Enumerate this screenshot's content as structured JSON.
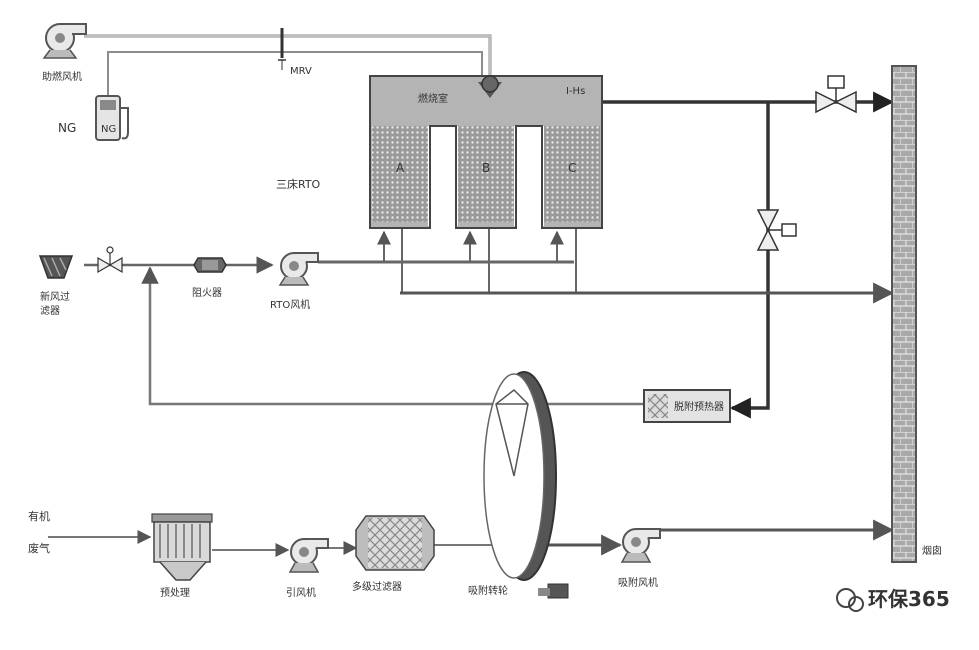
{
  "labels": {
    "combustion_fan": "助燃风机",
    "mrv": "MRV",
    "ng": "NG",
    "ng_tank": "NG",
    "chamber": "燃烧室",
    "hs": "I-Hs",
    "rto": "三床RTO",
    "bed_a": "A",
    "bed_b": "B",
    "bed_c": "C",
    "fresh_filter_1": "新风过",
    "fresh_filter_2": "滤器",
    "flame_arrester": "阻火器",
    "rto_fan": "RTO风机",
    "desorb_heater": "脱附预热器",
    "organic_1": "有机",
    "organic_2": "废气",
    "pretreat": "预处理",
    "induced_fan": "引风机",
    "multi_filter": "多级过滤器",
    "rotor": "吸附转轮",
    "adsorb_fan": "吸附风机",
    "chimney": "烟囱",
    "watermark": "环保365"
  }
}
